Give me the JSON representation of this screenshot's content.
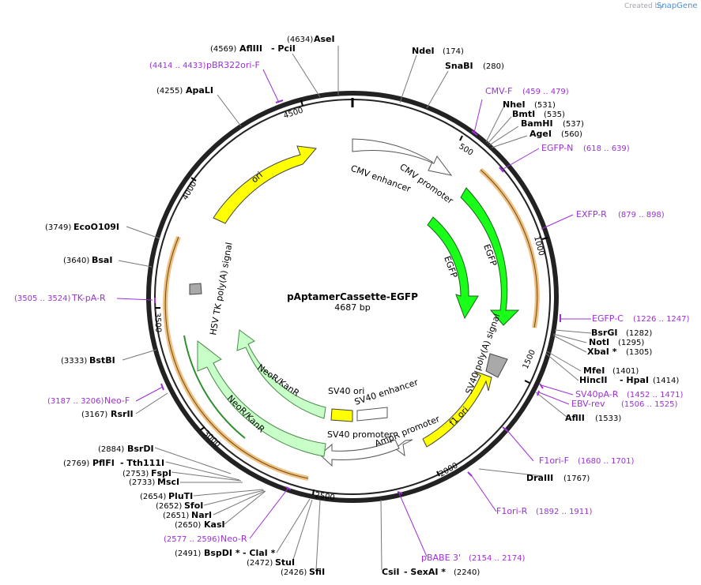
{
  "branding": {
    "created_by": "Created by",
    "product": "SnapGene"
  },
  "plasmid": {
    "name": "pAptamerCassette-EGFP",
    "size_label": "4687 bp",
    "total_bp": 4687
  },
  "colors": {
    "primer": "#9b30d9",
    "ori": "#ffff00",
    "egfp": "#1aff1a",
    "neo": "#c8ffc8",
    "gray": "#a9a9a9",
    "amber": "#f0c080"
  },
  "ticks": [
    "500",
    "1000",
    "1500",
    "2000",
    "2500",
    "3000",
    "3500",
    "4000",
    "4500"
  ],
  "features": [
    {
      "id": "cmv-enhancer",
      "label": "CMV enhancer"
    },
    {
      "id": "cmv-promoter",
      "label": "CMV promoter"
    },
    {
      "id": "egfp-outer",
      "label": "EGFP"
    },
    {
      "id": "egfp-inner",
      "label": "EGFP"
    },
    {
      "id": "sv40-polya",
      "label": "SV40 poly(A) signal"
    },
    {
      "id": "f1-ori",
      "label": "f1 ori"
    },
    {
      "id": "ampr-promoter",
      "label": "AmpR promoter"
    },
    {
      "id": "sv40-promoter",
      "label": "SV40 promoter"
    },
    {
      "id": "sv40-ori",
      "label": "SV40 ori"
    },
    {
      "id": "sv40-enhancer",
      "label": "SV40 enhancer"
    },
    {
      "id": "neo-outer",
      "label": "NeoR/KanR"
    },
    {
      "id": "neo-inner",
      "label": "NeoR/KanR"
    },
    {
      "id": "hsv-tk",
      "label": "HSV TK poly(A) signal"
    },
    {
      "id": "ori",
      "label": "ori"
    }
  ],
  "enzymes": [
    {
      "name": "AseI",
      "pos": "(4634)"
    },
    {
      "name": "AflIII",
      "pos": "(4569)",
      "extra": "- PciI"
    },
    {
      "name": "ApaLI",
      "pos": "(4255)"
    },
    {
      "name": "NdeI",
      "pos": "(174)"
    },
    {
      "name": "SnaBI",
      "pos": "(280)"
    },
    {
      "name": "NheI",
      "pos": "(531)"
    },
    {
      "name": "BmtI",
      "pos": "(535)"
    },
    {
      "name": "BamHI",
      "pos": "(537)"
    },
    {
      "name": "AgeI",
      "pos": "(560)"
    },
    {
      "name": "EcoO109I",
      "pos": "(3749)"
    },
    {
      "name": "BsaI",
      "pos": "(3640)"
    },
    {
      "name": "BsrGI",
      "pos": "(1282)"
    },
    {
      "name": "NotI",
      "pos": "(1295)"
    },
    {
      "name": "XbaI *",
      "pos": "(1305)"
    },
    {
      "name": "MfeI",
      "pos": "(1401)"
    },
    {
      "name": "HincII",
      "pos": "(1414)",
      "extra": "- HpaI"
    },
    {
      "name": "AflII",
      "pos": "(1533)"
    },
    {
      "name": "BstBI",
      "pos": "(3333)"
    },
    {
      "name": "RsrII",
      "pos": "(3167)"
    },
    {
      "name": "BsrDI",
      "pos": "(2884)"
    },
    {
      "name": "PflFI",
      "pos": "(2769)",
      "extra": "- Tth111I"
    },
    {
      "name": "FspI",
      "pos": "(2753)"
    },
    {
      "name": "MscI",
      "pos": "(2733)"
    },
    {
      "name": "PluTI",
      "pos": "(2654)"
    },
    {
      "name": "SfoI",
      "pos": "(2652)"
    },
    {
      "name": "NarI",
      "pos": "(2651)"
    },
    {
      "name": "KasI",
      "pos": "(2650)"
    },
    {
      "name": "BspDI *",
      "pos": "(2491)",
      "extra": "- ClaI *"
    },
    {
      "name": "StuI",
      "pos": "(2472)"
    },
    {
      "name": "SfiI",
      "pos": "(2426)"
    },
    {
      "name": "CsiI",
      "pos": "(2240)",
      "extra": "- SexAI *"
    },
    {
      "name": "DraIII",
      "pos": "(1767)"
    }
  ],
  "primers": [
    {
      "name": "pBR322ori-F",
      "range": "(4414 .. 4433)"
    },
    {
      "name": "CMV-F",
      "range": "(459 .. 479)"
    },
    {
      "name": "EGFP-N",
      "range": "(618 .. 639)"
    },
    {
      "name": "EXFP-R",
      "range": "(879 .. 898)"
    },
    {
      "name": "TK-pA-R",
      "range": "(3505 .. 3524)"
    },
    {
      "name": "EGFP-C",
      "range": "(1226 .. 1247)"
    },
    {
      "name": "SV40pA-R",
      "range": "(1452 .. 1471)"
    },
    {
      "name": "EBV-rev",
      "range": "(1506 .. 1525)"
    },
    {
      "name": "Neo-F",
      "range": "(3187 .. 3206)"
    },
    {
      "name": "F1ori-F",
      "range": "(1680 .. 1701)"
    },
    {
      "name": "F1ori-R",
      "range": "(1892 .. 1911)"
    },
    {
      "name": "Neo-R",
      "range": "(2577 .. 2596)"
    },
    {
      "name": "pBABE 3'",
      "range": "(2154 .. 2174)"
    }
  ]
}
